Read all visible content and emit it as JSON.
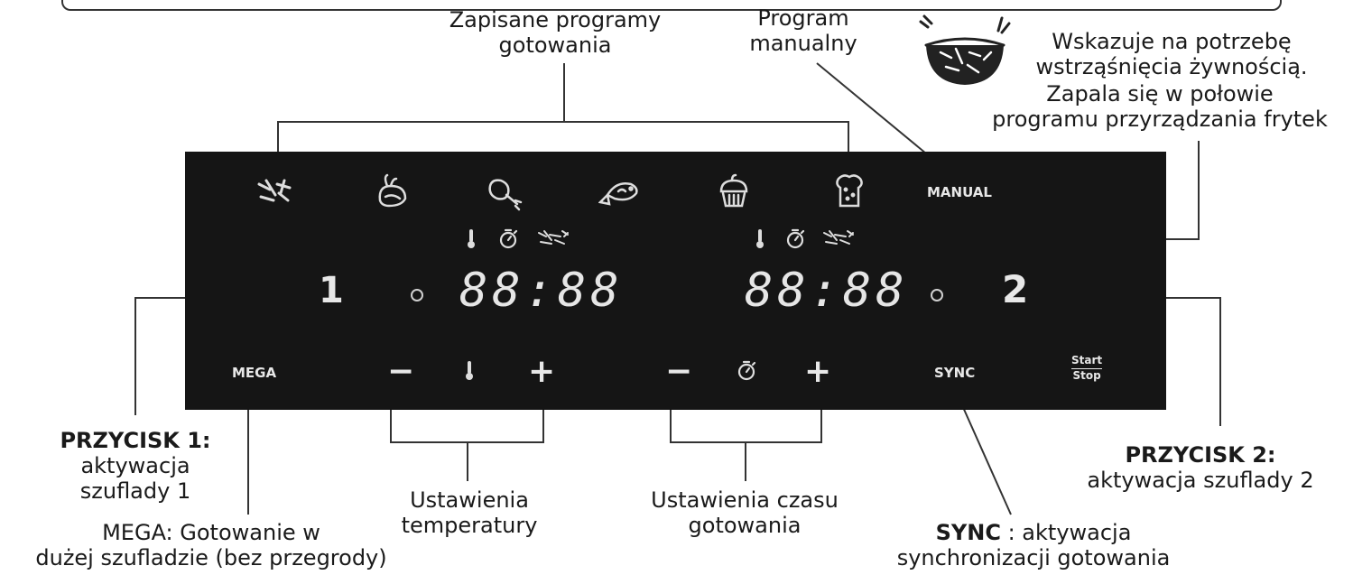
{
  "labels": {
    "saved_programs": [
      "Zapisane programy",
      "gotowania"
    ],
    "manual_program": [
      "Program",
      "manualny"
    ],
    "shake": [
      "Wskazuje na potrzebę",
      "wstrząśnięcia żywnością.",
      "Zapala się w połowie",
      "programu przyrządzania frytek"
    ],
    "button1_title": "PRZYCISK 1:",
    "button1_desc": [
      "aktywacja",
      "szuflady 1"
    ],
    "mega_desc": [
      "MEGA: Gotowanie w",
      "dużej szufladzie (bez przegrody)"
    ],
    "temp_settings": [
      "Ustawienia",
      "temperatury"
    ],
    "time_settings": [
      "Ustawienia czasu",
      "gotowania"
    ],
    "sync_title": "SYNC",
    "sync_desc": [
      " : aktywacja",
      "synchronizacji gotowania"
    ],
    "button2_title": "PRZYCISK 2:",
    "button2_desc": "aktywacja szuflady 2"
  },
  "panel": {
    "manual": "MANUAL",
    "drawer1": "1",
    "drawer2": "2",
    "display1": "88:88",
    "display2": "88:88",
    "mega": "MEGA",
    "minus": "−",
    "plus": "+",
    "sync": "SYNC",
    "start": "Start",
    "stop": "Stop",
    "program_icons": [
      "fries-icon",
      "chicken-icon",
      "drumstick-icon",
      "fish-icon",
      "cake-icon",
      "bread-icon"
    ],
    "status_icons": [
      "thermometer-icon",
      "timer-icon",
      "shake-icon"
    ]
  },
  "colors": {
    "panel": "#151515",
    "panel_text": "#e8e8e8",
    "lines": "#333333"
  }
}
